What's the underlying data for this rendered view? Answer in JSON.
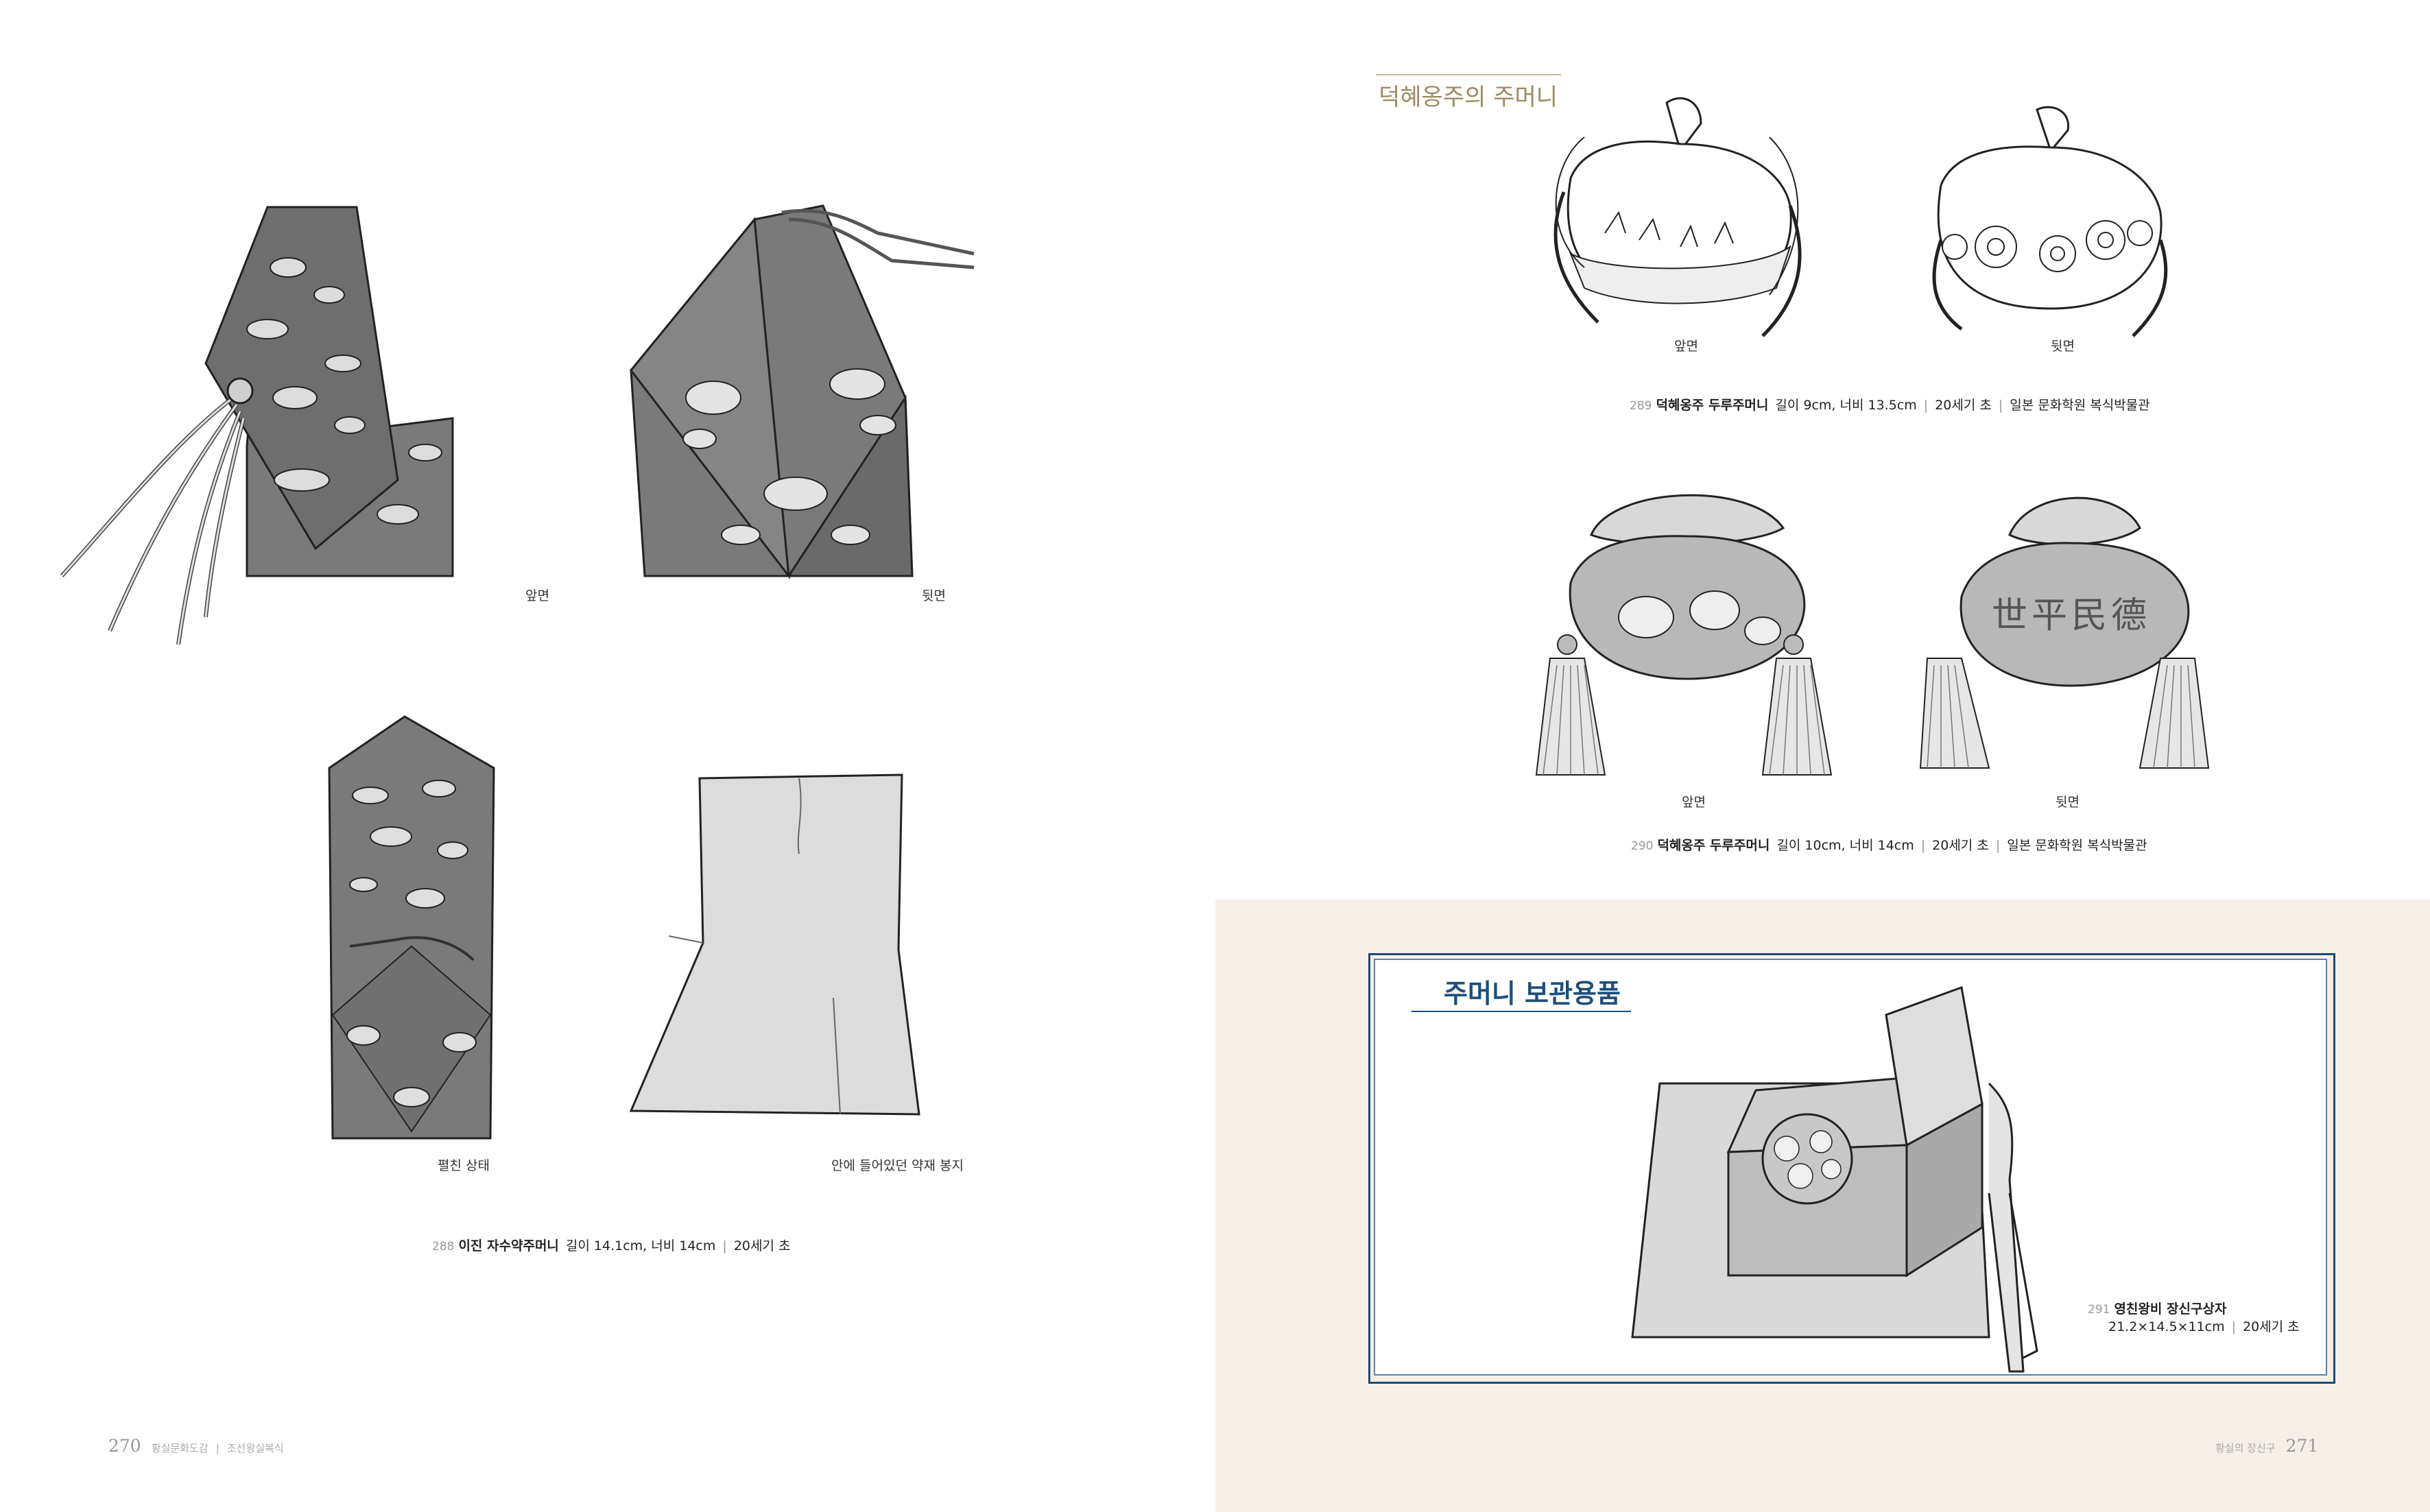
{
  "left_page": {
    "label_front": "앞면",
    "label_back": "뒷면",
    "label_unfolded": "펼친 상태",
    "label_inner_pouch": "안에 들어있던 약재 봉지",
    "caption": {
      "number": "288",
      "title": "이진 자수약주머니",
      "details": "길이 14.1cm, 너비 14cm",
      "era": "20세기 초"
    },
    "folio": {
      "page_number": "270",
      "book": "황실문화도감",
      "chapter": "조선왕실복식"
    }
  },
  "right_page": {
    "section_title": "덕혜옹주의 주머니",
    "item_289": {
      "label_front": "앞면",
      "label_back": "뒷면",
      "number": "289",
      "title": "덕혜옹주 두루주머니",
      "details": "길이 9cm, 너비 13.5cm",
      "era": "20세기 초",
      "collection": "일본 문화학원 복식박물관"
    },
    "item_290": {
      "label_front": "앞면",
      "label_back": "뒷면",
      "number": "290",
      "title": "덕혜옹주 두루주머니",
      "details": "길이 10cm, 너비 14cm",
      "era": "20세기 초",
      "collection": "일본 문화학원 복식박물관",
      "inscription": "世平民德"
    },
    "storage_box": {
      "title": "주머니 보관용품",
      "number": "291",
      "item_title": "영친왕비 장신구상자",
      "dimensions": "21.2×14.5×11cm",
      "era": "20세기 초"
    },
    "folio": {
      "chapter": "황실의 장신구",
      "page_number": "271"
    }
  },
  "colors": {
    "beige_bg": "#f6efe7",
    "frame_blue": "#1e4b77",
    "title_gold": "#9d8a5f",
    "pouch_gray": "#777777",
    "light_gray": "#d9d9d9"
  }
}
